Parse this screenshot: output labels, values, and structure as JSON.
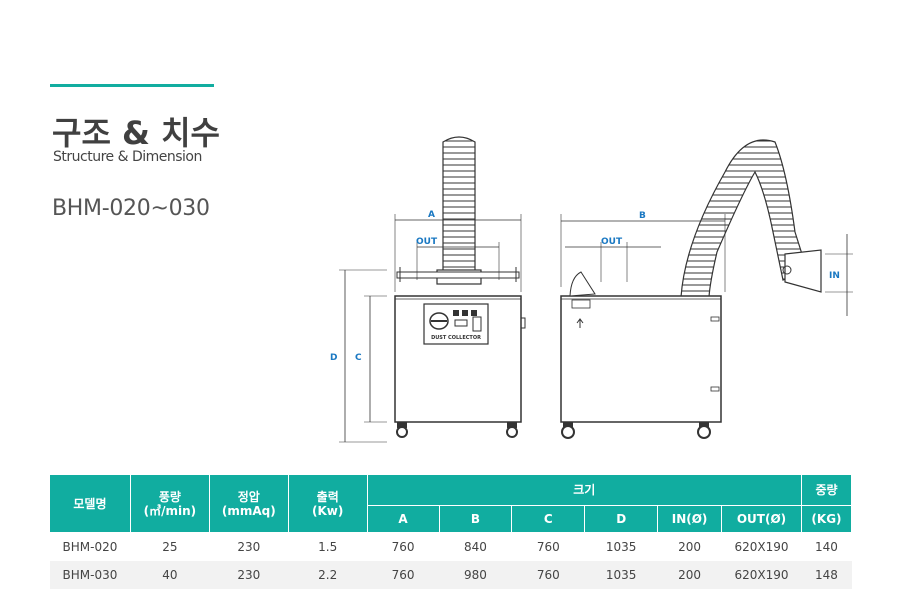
{
  "header": {
    "title_ko": "구조 & 치수",
    "title_en": "Structure & Dimension",
    "model_range": "BHM-020~030"
  },
  "drawing": {
    "panel_label": "DUST COLLECTOR",
    "dims": {
      "A": "A",
      "B": "B",
      "C": "C",
      "D": "D",
      "OUT": "OUT",
      "IN": "IN"
    }
  },
  "table": {
    "headers": {
      "model": "모델명",
      "flow": "풍량",
      "flow_unit": "(㎥/min)",
      "pressure": "정압",
      "pressure_unit": "(mmAq)",
      "power": "출력",
      "power_unit": "(Kw)",
      "size": "크기",
      "weight": "중량",
      "weight_unit": "(KG)",
      "size_cols": [
        "A",
        "B",
        "C",
        "D",
        "IN(Ø)",
        "OUT(Ø)"
      ]
    },
    "rows": [
      [
        "BHM-020",
        "25",
        "230",
        "1.5",
        "760",
        "840",
        "760",
        "1035",
        "200",
        "620X190",
        "140"
      ],
      [
        "BHM-030",
        "40",
        "230",
        "2.2",
        "760",
        "980",
        "760",
        "1035",
        "200",
        "620X190",
        "148"
      ]
    ]
  },
  "colors": {
    "accent": "#11ada0",
    "dimension_label": "#1a78c2"
  }
}
